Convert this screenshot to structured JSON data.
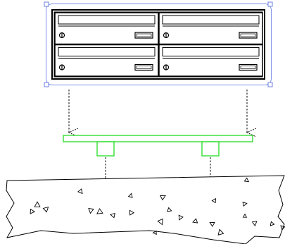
{
  "colors": {
    "background": "#ffffff",
    "line": "#000000",
    "selection_outline": "#7b8fe8",
    "selection_handle": "#6b7fe0",
    "bracket": "#22dd22",
    "mailbox_fill": "#ffffff"
  },
  "parts": {
    "mailbox_unit": {
      "rows": 2,
      "columns": 2,
      "compartment_count": 4,
      "compartment_features": [
        "name-slot",
        "lock-icon",
        "mail-slot"
      ]
    },
    "mounting_bracket": {
      "post_count": 2
    },
    "concrete_base": {
      "aggregate_marks": true
    }
  },
  "arrows": [
    {
      "role": "mailbox-to-bracket",
      "style": "dashed"
    },
    {
      "role": "mailbox-to-bracket",
      "style": "dashed"
    },
    {
      "role": "bracket-to-base",
      "style": "dashed"
    },
    {
      "role": "bracket-to-base",
      "style": "dashed"
    }
  ]
}
